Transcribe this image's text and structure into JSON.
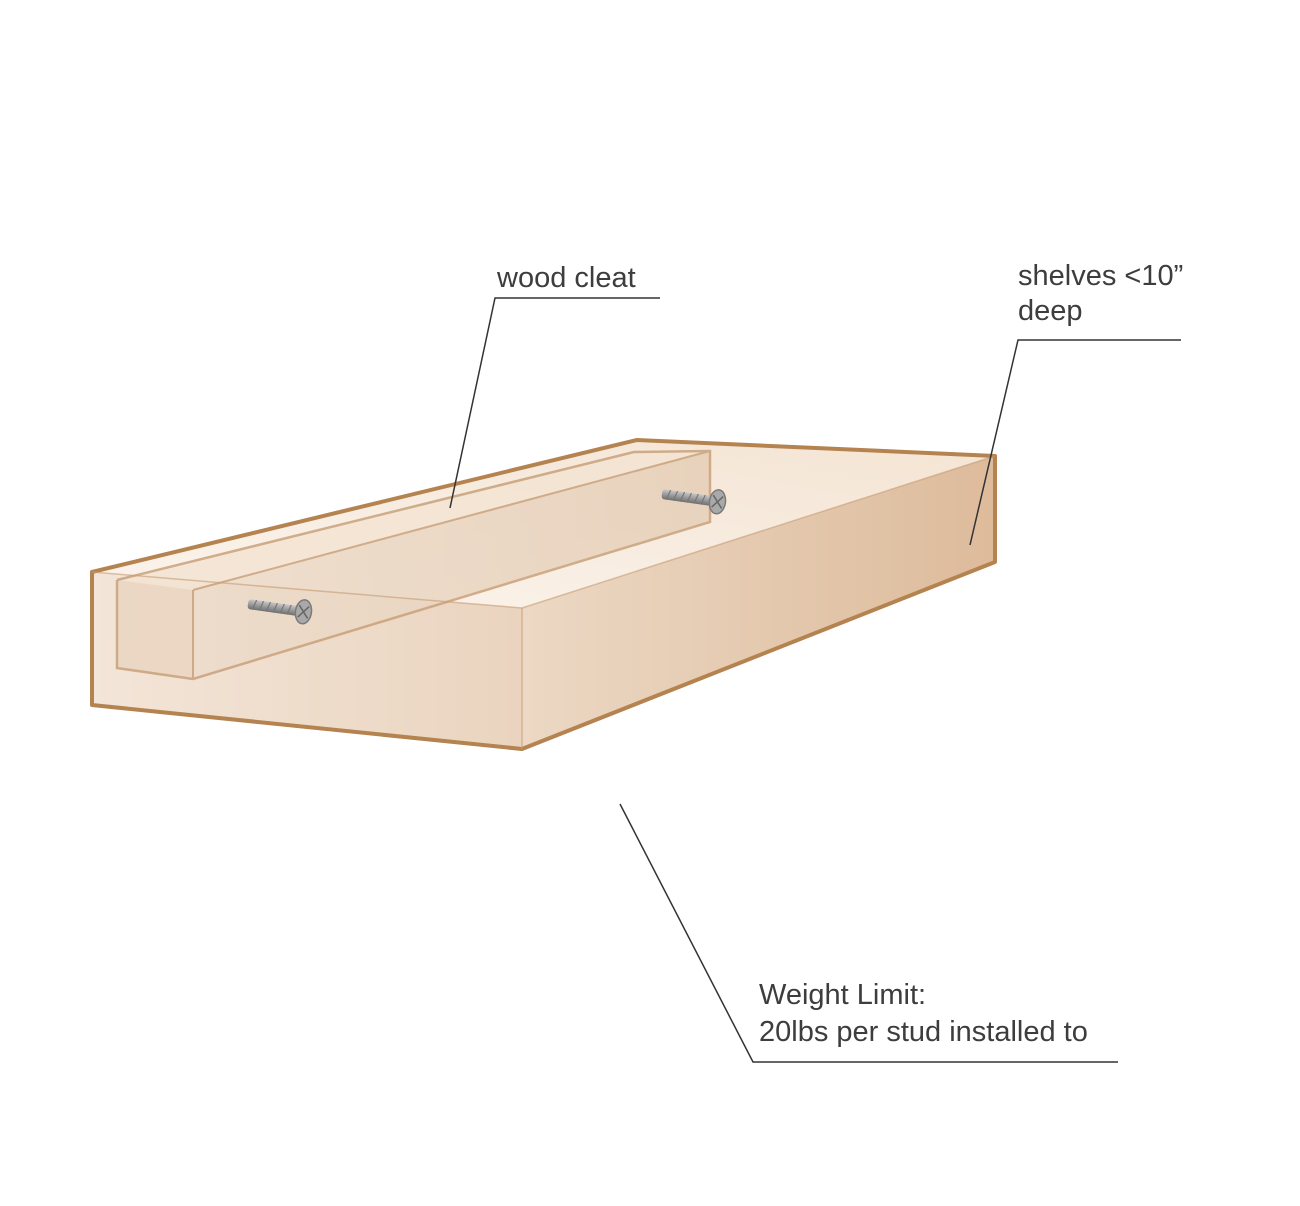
{
  "diagram": {
    "labels": {
      "wood_cleat": "wood cleat",
      "shelves_line1": "shelves <10”",
      "shelves_line2": "deep",
      "weight_line1": "Weight Limit:",
      "weight_line2": "20lbs per stud installed to"
    },
    "icons": [
      "screw-icon",
      "screw-icon"
    ],
    "colors": {
      "shelf_outline": "#b5834f",
      "shelf_fill_light": "#f6ebe0",
      "shelf_fill_dark": "#e2c3a5",
      "stud_line": "#b07f54",
      "leader_line": "#333333",
      "text": "#3d3d3d"
    }
  }
}
